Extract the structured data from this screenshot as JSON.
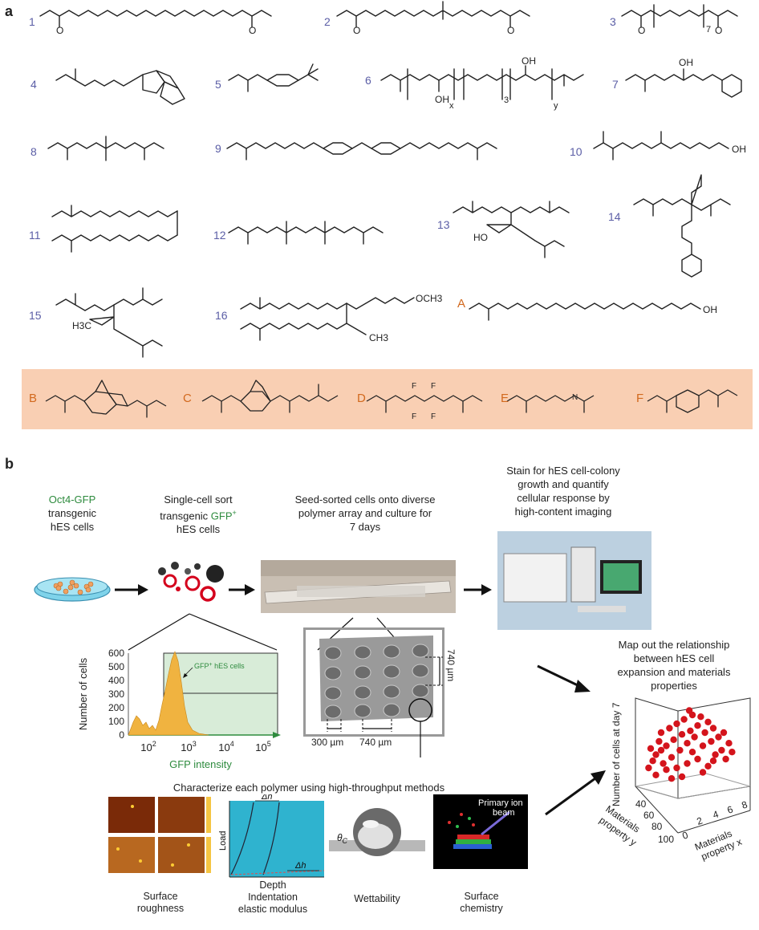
{
  "panel_a": {
    "letter": "a",
    "compounds": [
      {
        "id": "1"
      },
      {
        "id": "2"
      },
      {
        "id": "3"
      },
      {
        "id": "4"
      },
      {
        "id": "5"
      },
      {
        "id": "6"
      },
      {
        "id": "7"
      },
      {
        "id": "8"
      },
      {
        "id": "9"
      },
      {
        "id": "10"
      },
      {
        "id": "11"
      },
      {
        "id": "12"
      },
      {
        "id": "13"
      },
      {
        "id": "14"
      },
      {
        "id": "15"
      },
      {
        "id": "16"
      }
    ],
    "subscripts": {
      "n7": "7",
      "x": "x",
      "n3": "3",
      "y": "y"
    },
    "atoms": {
      "O": "O",
      "OH": "OH",
      "HO": "HO",
      "H3C": "H3C",
      "CH3": "CH3",
      "OCH3": "OCH3",
      "F": "F",
      "N": "N"
    },
    "highlighted": {
      "A": "A",
      "B": "B",
      "C": "C",
      "D": "D",
      "E": "E",
      "F": "F"
    },
    "colors": {
      "number": "#5b5ea6",
      "highlight_letter": "#d2691e",
      "highlight_box": "#f9cfb3"
    }
  },
  "panel_b": {
    "letter": "b",
    "steps": {
      "s1_line1": "Oct4-GFP",
      "s1_line2": "transgenic",
      "s1_line3": "hES cells",
      "s2_line1": "Single-cell sort",
      "s2_line2a": "transgenic ",
      "s2_line2b": "GFP",
      "s2_line2c": "+",
      "s2_line3": "hES cells",
      "s3_line1": "Seed-sorted cells onto diverse",
      "s3_line2": "polymer array and culture for",
      "s3_line3": "7 days",
      "s4_line1": "Stain for hES cell-colony",
      "s4_line2": "growth and quantify",
      "s4_line3": "cellular response by",
      "s4_line4": "high-content imaging",
      "s5_line1": "Map out the relationship",
      "s5_line2": "between hES cell",
      "s5_line3": "expansion and materials",
      "s5_line4": "properties"
    },
    "histogram": {
      "ylabel": "Number of cells",
      "xlabel": "GFP intensity",
      "yticks": [
        "0",
        "100",
        "200",
        "300",
        "400",
        "500",
        "600"
      ],
      "xticks": [
        "10",
        "10",
        "10",
        "10"
      ],
      "xexp": [
        "2",
        "3",
        "4",
        "5"
      ],
      "gate_label": "GFP",
      "gate_sup": "+",
      "gate_rest": " hES cells"
    },
    "array": {
      "dim_740_vert": "740 µm",
      "dim_300": "300 µm",
      "dim_740": "740 µm"
    },
    "characterize": "Characterize each polymer using high-throughput methods",
    "methods": {
      "roughness_1": "Surface",
      "roughness_2": "roughness",
      "indent_1": "Depth",
      "indent_2": "Indentation",
      "indent_3": "elastic modulus",
      "load": "Load",
      "dh": "Δh",
      "wettability": "Wettability",
      "theta": "θ",
      "theta_sub": "C",
      "primary_ion_1": "Primary ion",
      "primary_ion_2": "beam",
      "chem_1": "Surface",
      "chem_2": "chemistry"
    },
    "scatter3d": {
      "zlabel": "Number of cells at day 7",
      "ylabel_1": "Materials",
      "ylabel_2": "property y",
      "xlabel_1": "Materials",
      "xlabel_2": "property x",
      "yticks": [
        "40",
        "60",
        "80",
        "100"
      ],
      "xticks": [
        "0",
        "2",
        "4",
        "6",
        "8"
      ]
    }
  },
  "chart_data": {
    "type": "scatter",
    "zlabel": "Number of cells at day 7",
    "ylabel": "Materials property y",
    "xlabel": "Materials property x",
    "points_norm": [
      [
        0.08,
        0.3
      ],
      [
        0.12,
        0.38
      ],
      [
        0.15,
        0.45
      ],
      [
        0.1,
        0.52
      ],
      [
        0.18,
        0.6
      ],
      [
        0.22,
        0.35
      ],
      [
        0.2,
        0.7
      ],
      [
        0.25,
        0.55
      ],
      [
        0.28,
        0.75
      ],
      [
        0.3,
        0.42
      ],
      [
        0.32,
        0.62
      ],
      [
        0.35,
        0.8
      ],
      [
        0.38,
        0.5
      ],
      [
        0.4,
        0.68
      ],
      [
        0.42,
        0.85
      ],
      [
        0.45,
        0.58
      ],
      [
        0.48,
        0.72
      ],
      [
        0.5,
        0.9
      ],
      [
        0.52,
        0.65
      ],
      [
        0.55,
        0.78
      ],
      [
        0.58,
        0.88
      ],
      [
        0.6,
        0.55
      ],
      [
        0.62,
        0.7
      ],
      [
        0.65,
        0.82
      ],
      [
        0.68,
        0.6
      ],
      [
        0.7,
        0.75
      ],
      [
        0.72,
        0.45
      ],
      [
        0.75,
        0.65
      ],
      [
        0.78,
        0.5
      ],
      [
        0.8,
        0.7
      ],
      [
        0.82,
        0.4
      ],
      [
        0.85,
        0.58
      ],
      [
        0.88,
        0.48
      ],
      [
        0.15,
        0.22
      ],
      [
        0.25,
        0.28
      ],
      [
        0.35,
        0.3
      ],
      [
        0.45,
        0.35
      ],
      [
        0.55,
        0.4
      ],
      [
        0.65,
        0.32
      ],
      [
        0.4,
        0.2
      ],
      [
        0.6,
        0.25
      ],
      [
        0.3,
        0.18
      ],
      [
        0.5,
        0.48
      ],
      [
        0.7,
        0.38
      ],
      [
        0.2,
        0.5
      ],
      [
        0.47,
        0.95
      ]
    ]
  }
}
